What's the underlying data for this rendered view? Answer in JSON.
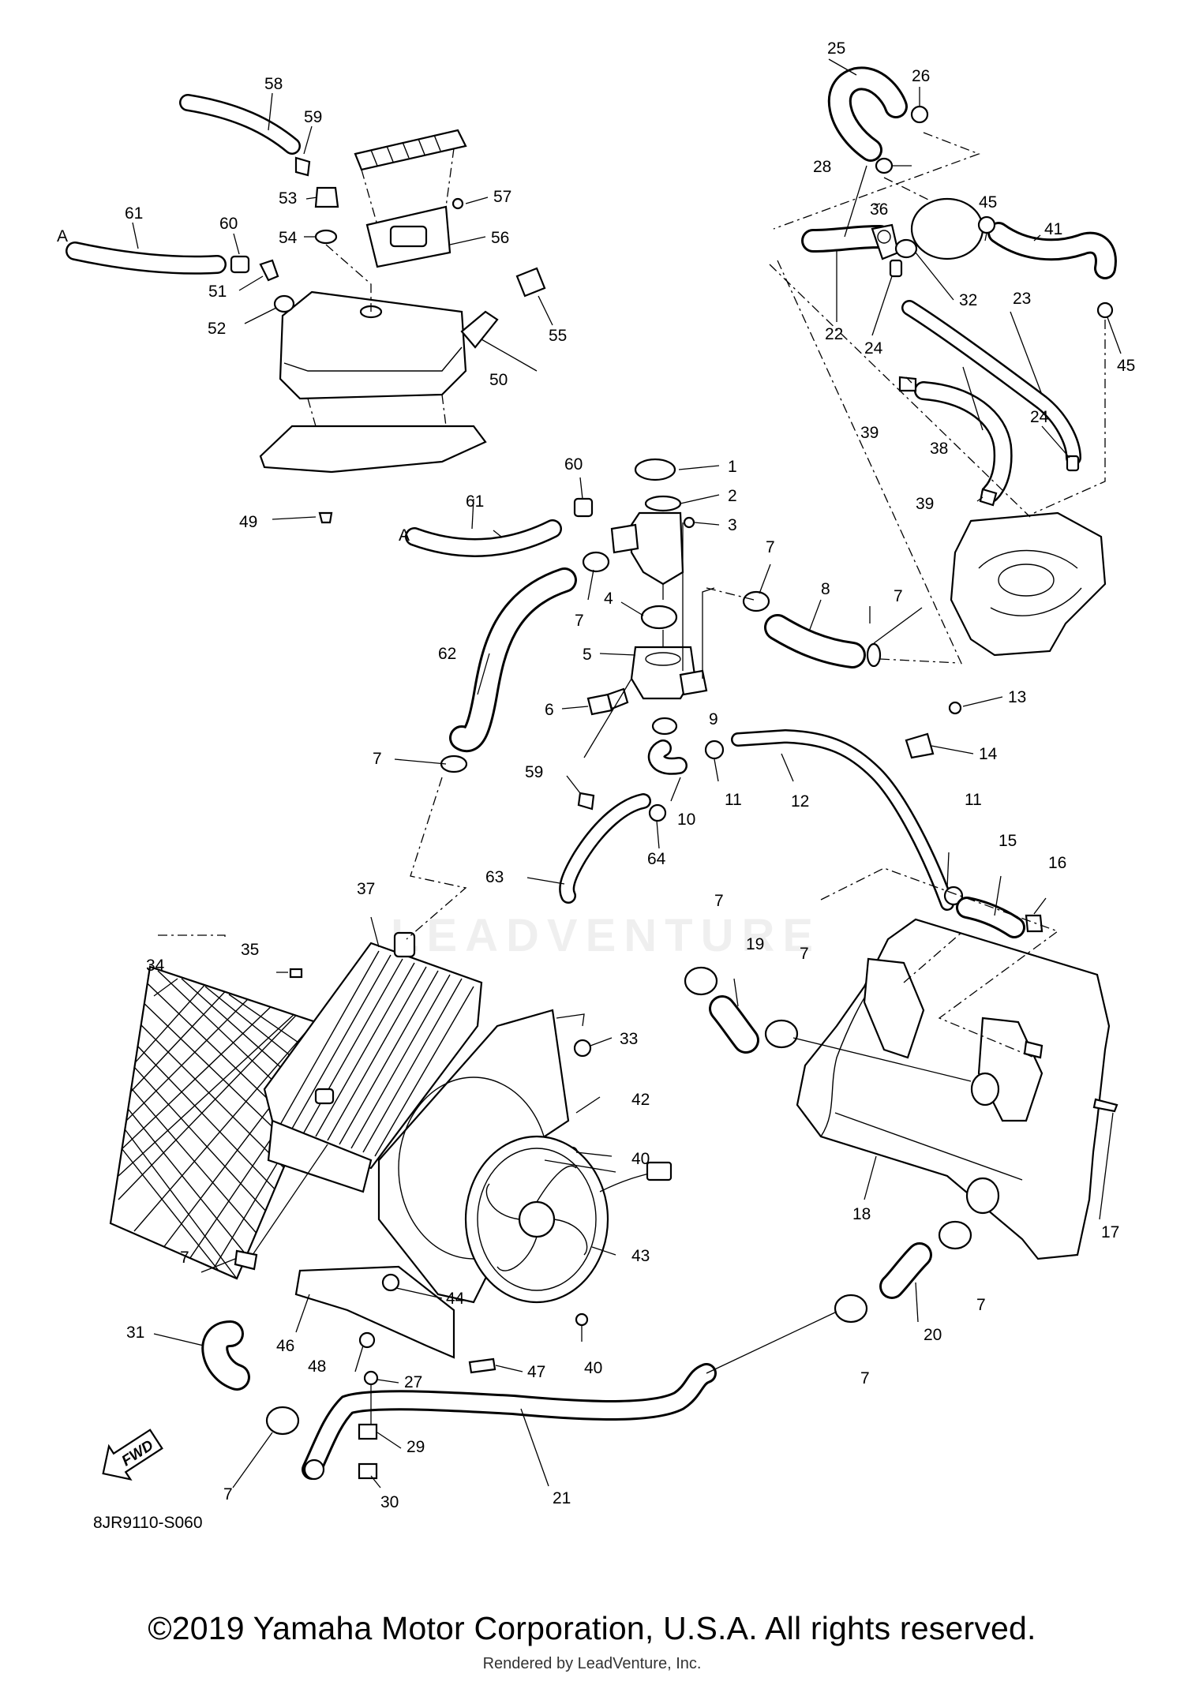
{
  "diagram": {
    "title": "",
    "watermark": "LEADVENTURE",
    "fwd_label": "FWD",
    "code": "8JR9110-S060",
    "letter_a": "A",
    "footer": {
      "copyright": "©2019 Yamaha Motor Corporation, U.S.A. All rights reserved.",
      "rendered": "Rendered by LeadVenture, Inc."
    },
    "callouts": [
      "1",
      "2",
      "3",
      "4",
      "5",
      "6",
      "7",
      "7",
      "7",
      "7",
      "7",
      "7",
      "7",
      "7",
      "7",
      "7",
      "8",
      "9",
      "10",
      "11",
      "11",
      "12",
      "13",
      "14",
      "15",
      "16",
      "17",
      "18",
      "19",
      "20",
      "21",
      "22",
      "23",
      "24",
      "24",
      "25",
      "26",
      "27",
      "28",
      "29",
      "30",
      "31",
      "32",
      "33",
      "34",
      "35",
      "36",
      "37",
      "38",
      "39",
      "39",
      "40",
      "40",
      "41",
      "42",
      "43",
      "44",
      "45",
      "45",
      "46",
      "47",
      "48",
      "49",
      "50",
      "51",
      "52",
      "53",
      "54",
      "55",
      "56",
      "57",
      "58",
      "59",
      "59",
      "60",
      "60",
      "61",
      "61",
      "62",
      "63",
      "64"
    ]
  }
}
